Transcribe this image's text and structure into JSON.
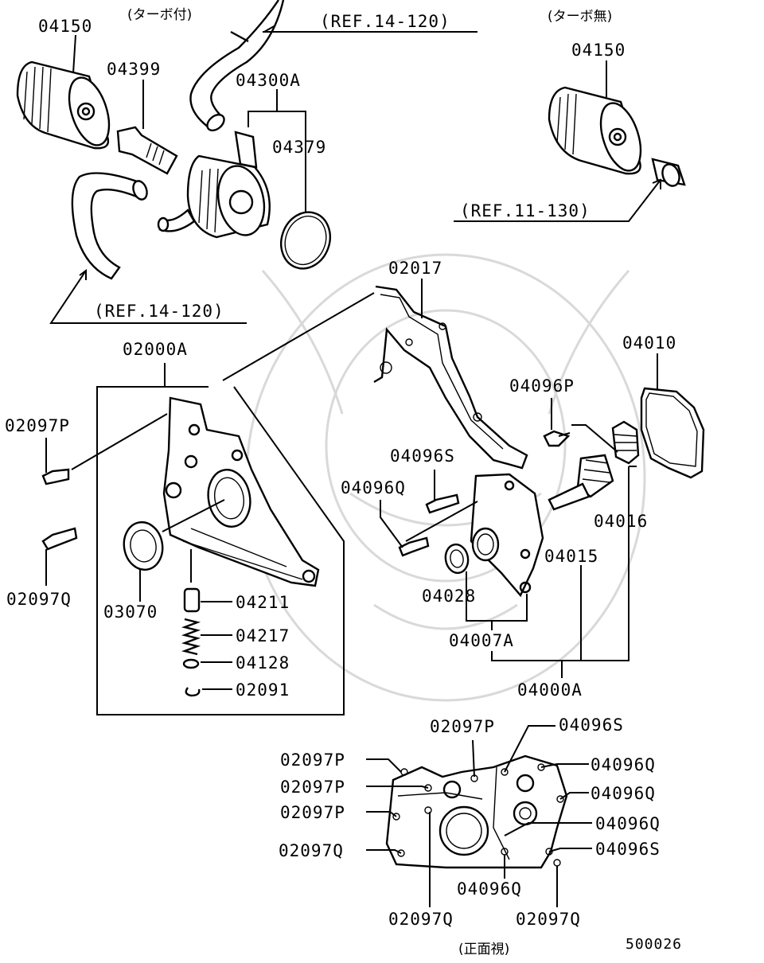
{
  "notes": {
    "turbo_with": "(ターボ付)",
    "turbo_without": "(ターボ無)",
    "front_view": "(正面視)",
    "diagram_id": "500026"
  },
  "refs": {
    "ref_top": "(REF.14-120)",
    "ref_right": "(REF.11-130)",
    "ref_left": "(REF.14-120)"
  },
  "parts": {
    "p04150_a": "04150",
    "p04150_b": "04150",
    "p04399": "04399",
    "p04300A": "04300A",
    "p04379": "04379",
    "p02017": "02017",
    "p02000A": "02000A",
    "p04010": "04010",
    "p04096P": "04096P",
    "p02097P_main": "02097P",
    "p04096S_main": "04096S",
    "p04096Q_main": "04096Q",
    "p04016": "04016",
    "p04015": "04015",
    "p02097Q_main": "02097Q",
    "p03070": "03070",
    "p04028": "04028",
    "p04007A": "04007A",
    "p04211": "04211",
    "p04217": "04217",
    "p04128": "04128",
    "p02091": "02091",
    "p04000A": "04000A"
  },
  "front": {
    "f02097P_1": "02097P",
    "f04096S_1": "04096S",
    "f02097P_2": "02097P",
    "f04096Q_1": "04096Q",
    "f02097P_3": "02097P",
    "f04096Q_2": "04096Q",
    "f02097P_4": "02097P",
    "f04096Q_3": "04096Q",
    "f02097Q_1": "02097Q",
    "f04096S_2": "04096S",
    "f04096Q_4": "04096Q",
    "f02097Q_2": "02097Q",
    "f02097Q_3": "02097Q"
  }
}
